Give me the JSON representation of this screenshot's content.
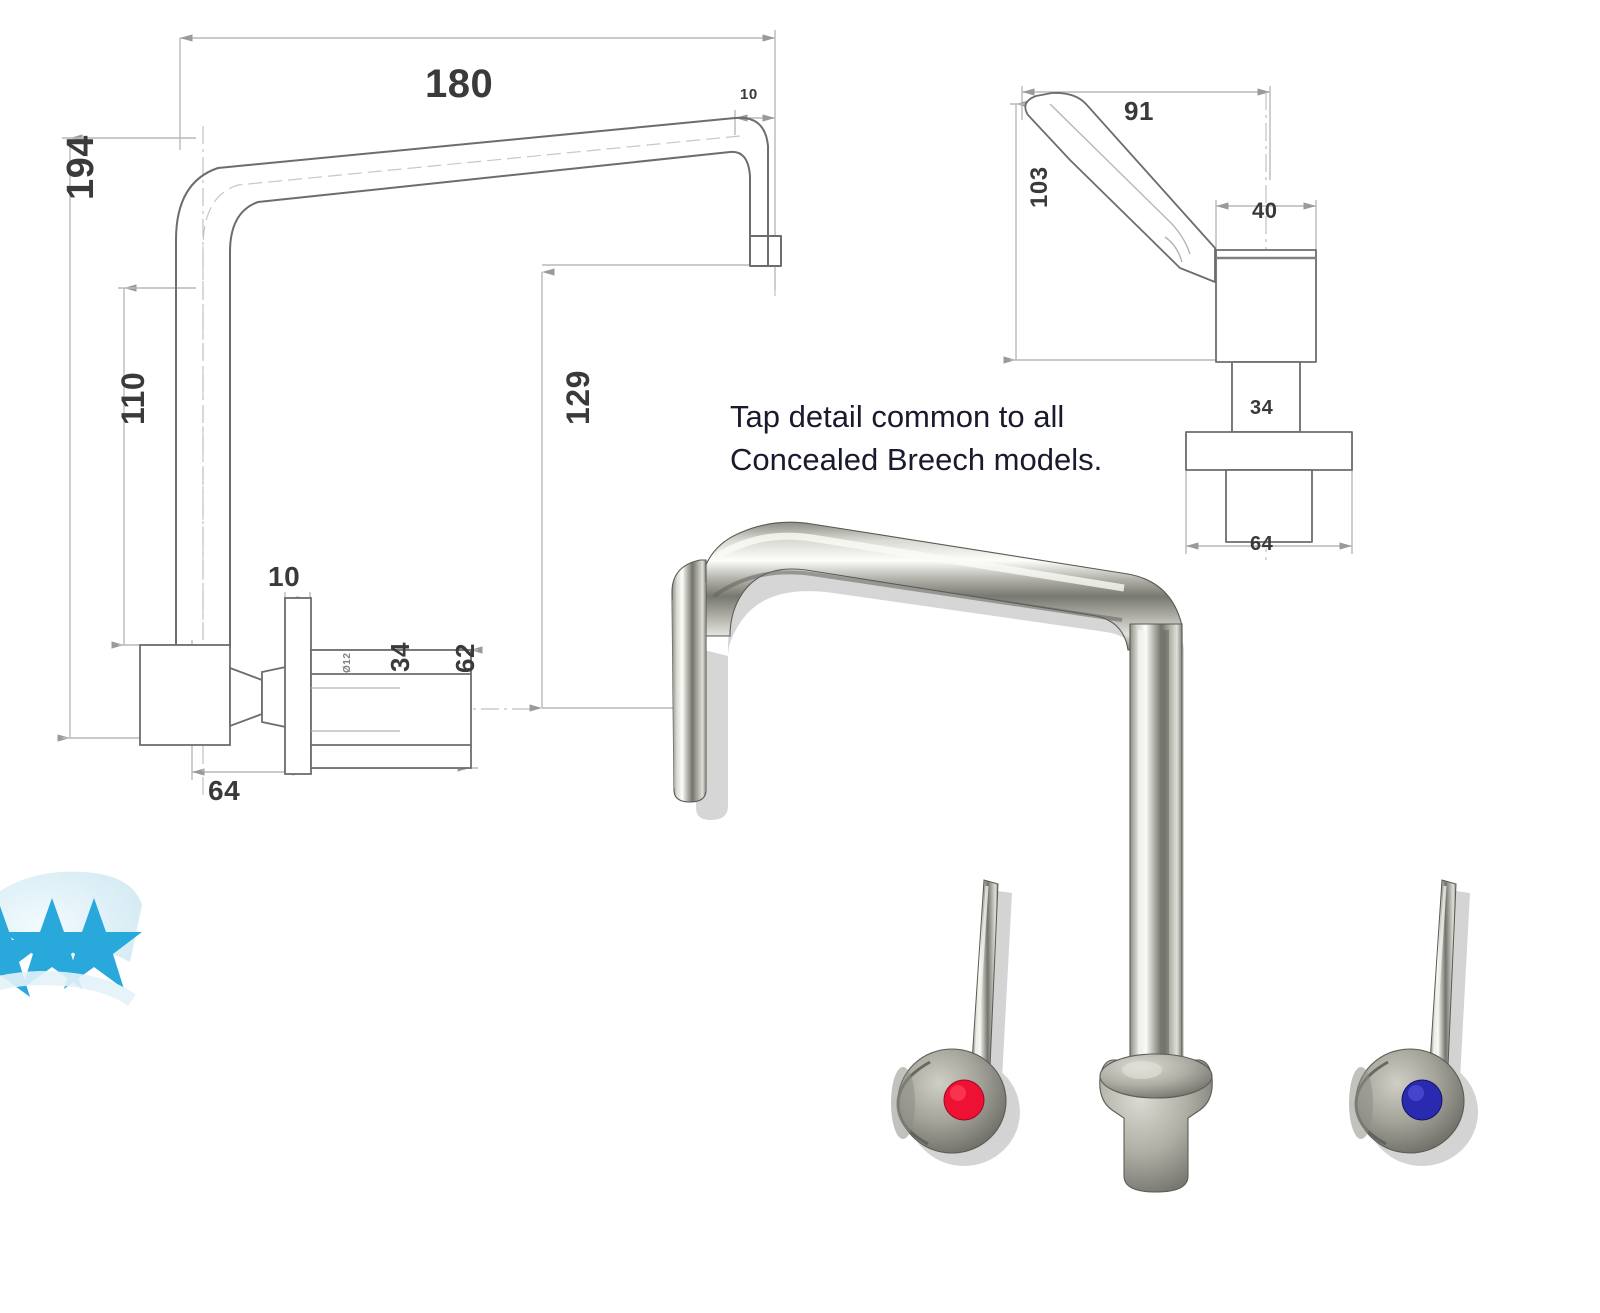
{
  "document": {
    "type": "technical-drawing",
    "subject": "Concealed breech wall-mounted swan-neck tap / faucet",
    "background_color": "#ffffff"
  },
  "caption": {
    "line1": "Tap detail common to all",
    "line2": "Concealed Breech models."
  },
  "spout_drawing": {
    "title": "swan-neck-spout-elevation",
    "dimensions": {
      "overall_reach": "180",
      "spout_tip_drop": "10",
      "overall_height": "194",
      "riser_height": "110",
      "outlet_height": "129",
      "wall_plate_thickness": "10",
      "backplate_depth": "64",
      "shank_diameter": "34",
      "body_diameter": "62",
      "bore_diameter": "Ø12"
    }
  },
  "tap_detail_drawing": {
    "title": "lever-handle-tap-detail",
    "dimensions": {
      "lever_length": "91",
      "lever_height": "103",
      "body_width": "40",
      "shank_width": "34",
      "flange_width": "64"
    }
  },
  "photo": {
    "title": "chrome-swan-neck-tap-photo",
    "handles": [
      {
        "name": "hot-handle",
        "indicator_color": "#ee1133"
      },
      {
        "name": "cold-handle",
        "indicator_color": "#2a2ab0"
      }
    ],
    "chrome_color": "#b8b8b0"
  },
  "logo": {
    "name": "three-star-badge",
    "star_color": "#29a8dc",
    "badge_color": "#dceef5"
  }
}
